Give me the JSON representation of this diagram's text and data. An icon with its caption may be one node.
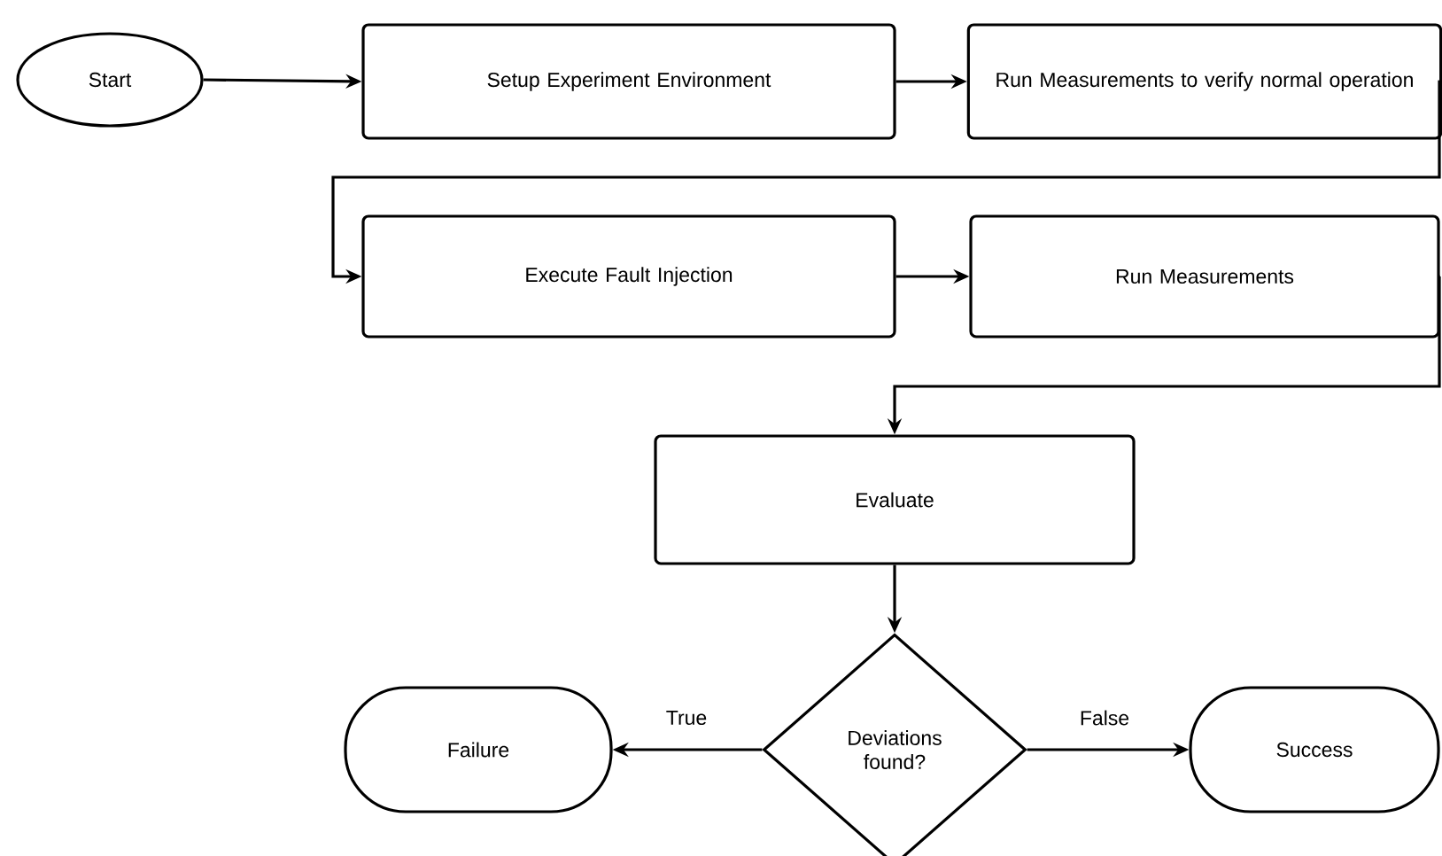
{
  "diagram": {
    "nodes": [
      {
        "text": [
          "Start"
        ]
      },
      {
        "text": [
          "Setup Experiment Environment"
        ]
      },
      {
        "text": [
          "Run Measurements to verify normal operation"
        ]
      },
      {
        "text": [
          "Execute Fault Injection"
        ]
      },
      {
        "text": [
          "Run Measurements"
        ]
      },
      {
        "text": [
          "Evaluate"
        ]
      },
      {
        "text": [
          "Deviations found?"
        ]
      },
      {
        "text": [
          "Failure"
        ]
      },
      {
        "text": [
          "Success"
        ]
      }
    ],
    "edges": [
      {
        "from": 0,
        "to": 1,
        "arrow": "to"
      },
      {
        "from": 1,
        "to": 2,
        "arrow": "to"
      },
      {
        "from": 2,
        "to": 3,
        "arrow": "to"
      },
      {
        "from": 3,
        "to": 4,
        "arrow": "to"
      },
      {
        "from": 4,
        "to": 5,
        "arrow": "to"
      },
      {
        "from": 5,
        "to": 6,
        "arrow": "to"
      },
      {
        "from": 6,
        "to": 7,
        "arrow": "to",
        "label": "True"
      },
      {
        "from": 6,
        "to": 8,
        "arrow": "to",
        "label": "False"
      }
    ]
  }
}
